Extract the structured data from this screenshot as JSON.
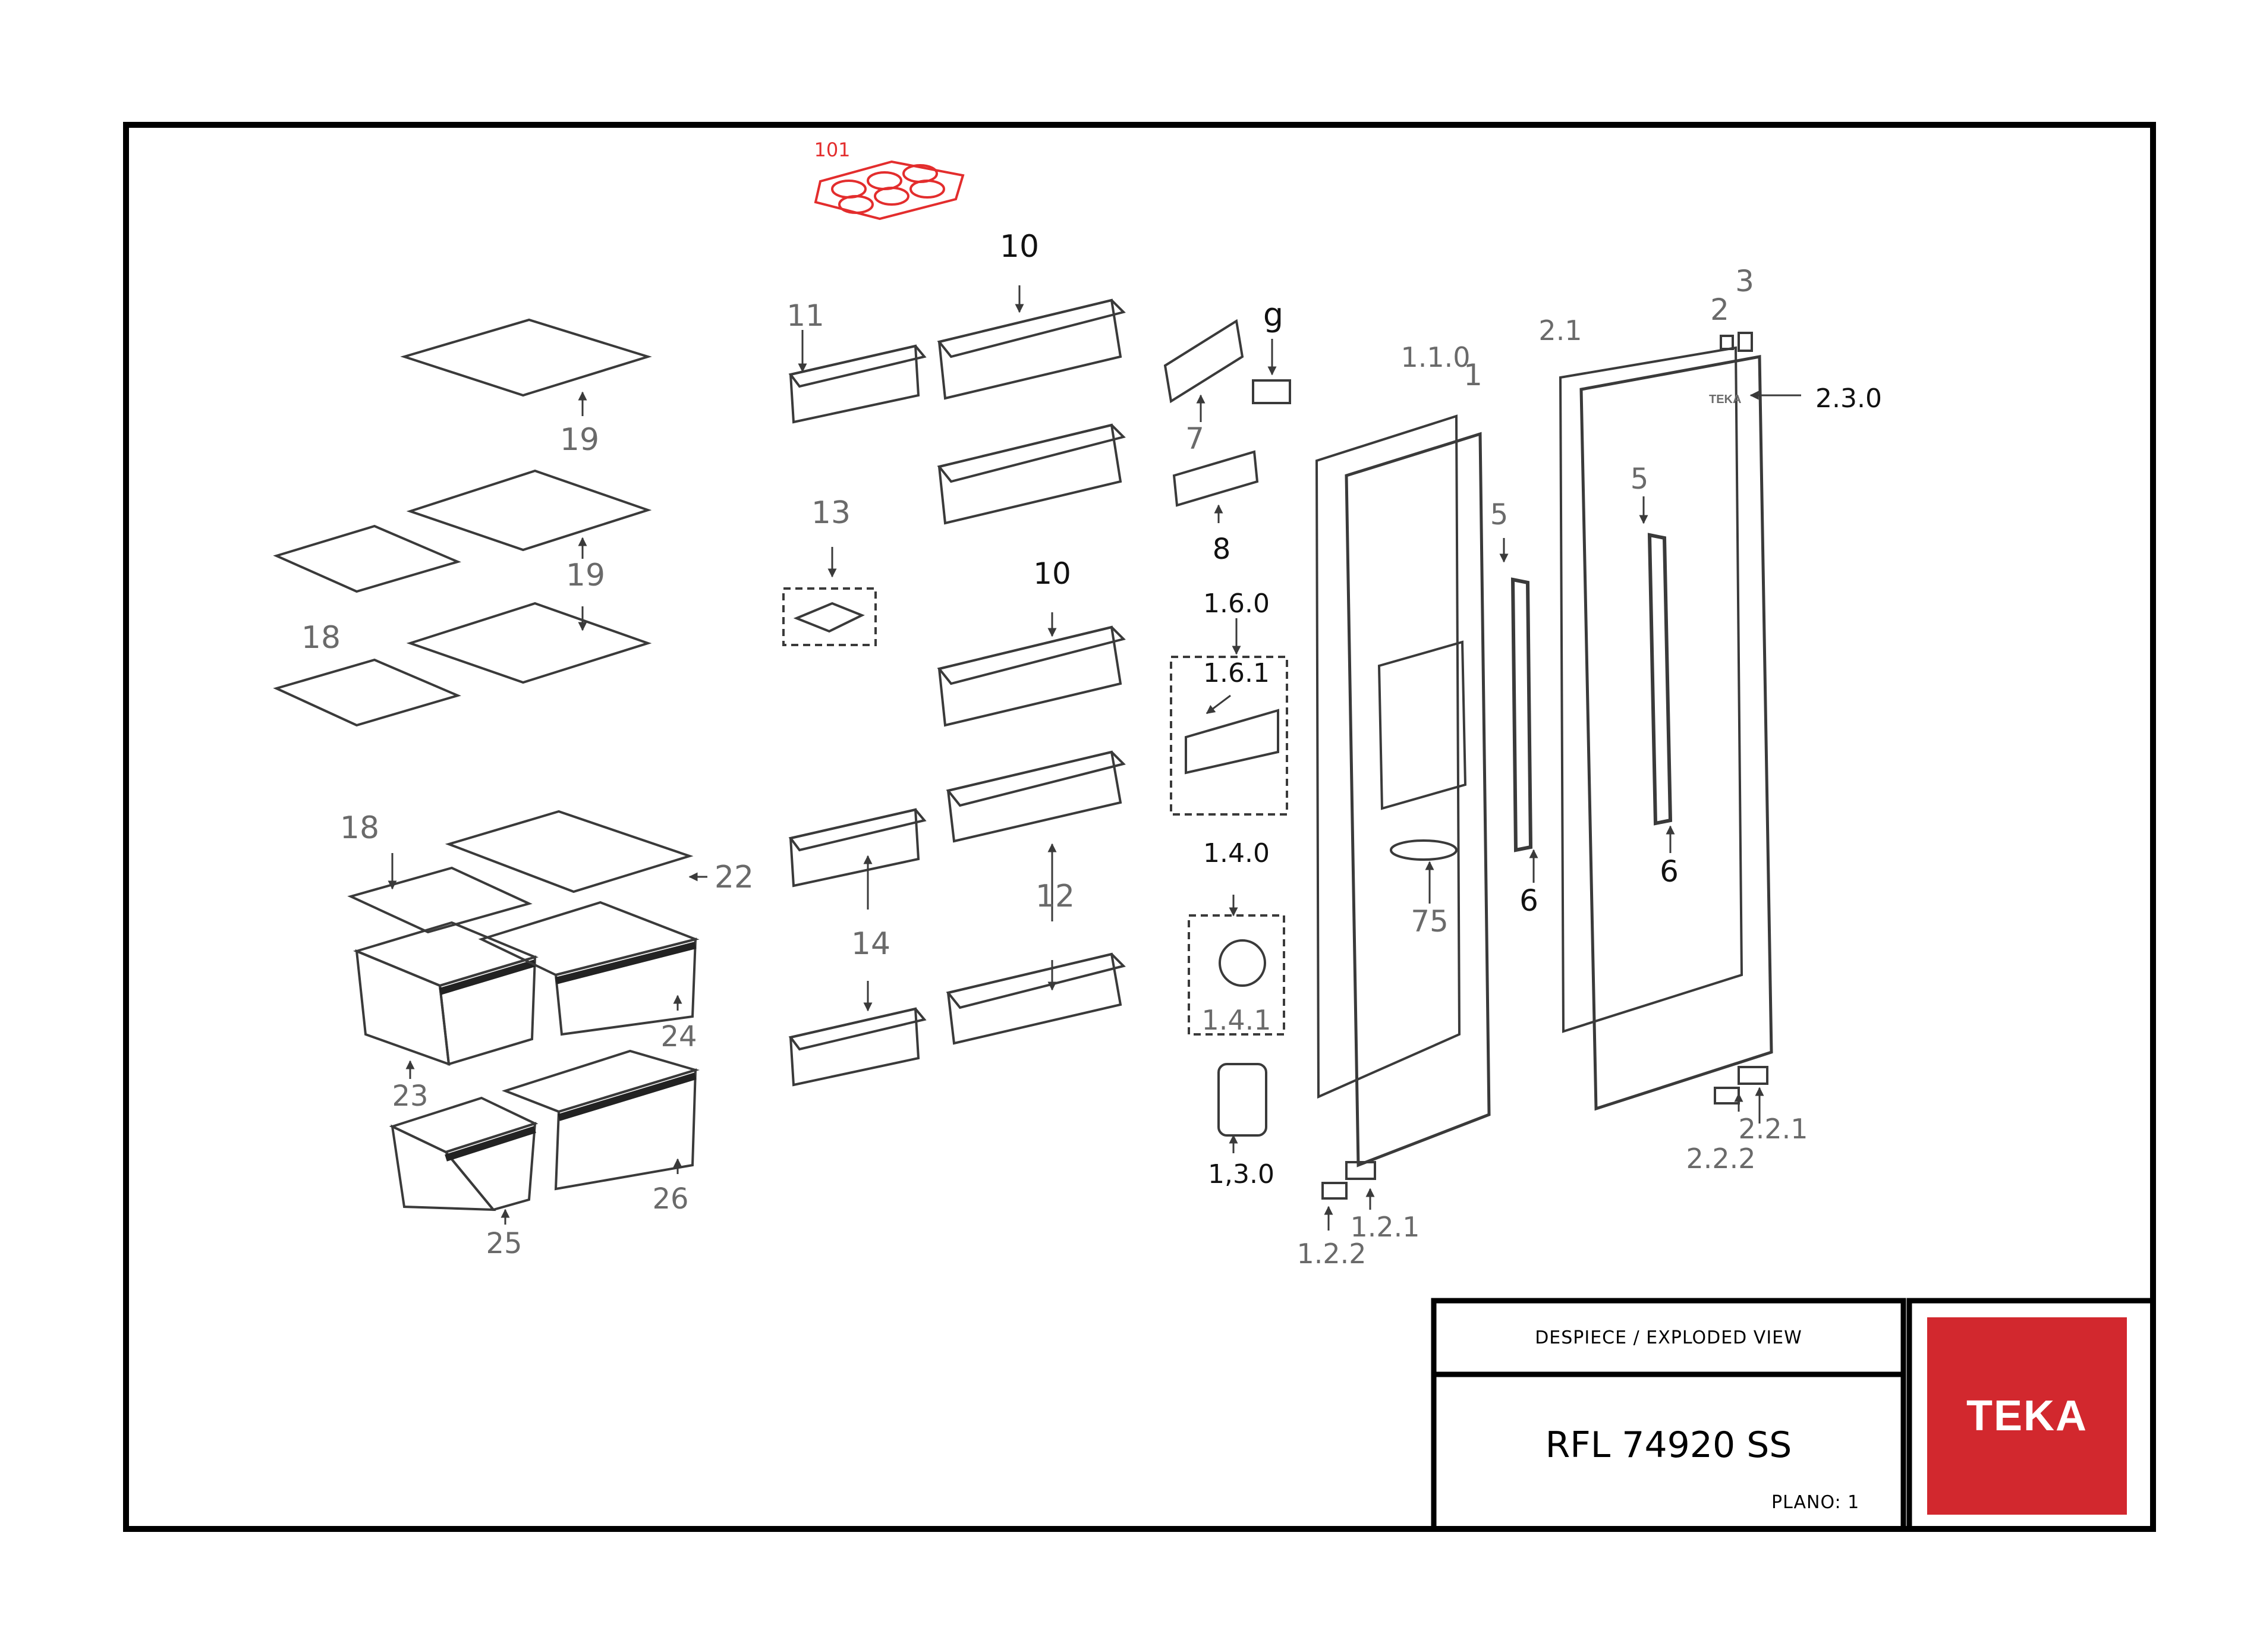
{
  "title_block": {
    "view_label": "DESPIECE / EXPLODED VIEW",
    "model": "RFL 74920 SS",
    "plano": "PLANO: 1",
    "brand": "TEKA"
  },
  "door_brand_mark": "TEKA",
  "colors": {
    "frame": "#000000",
    "highlight": "#e32d2d",
    "brand_red": "#d2282e",
    "line": "#3a3a3a",
    "label_grey": "#6a6a6a"
  },
  "callouts": {
    "c101": "101",
    "c10a": "10",
    "c11": "11",
    "c9": "g",
    "c7": "7",
    "c8": "8",
    "c110": "1.1.0",
    "c1": "1",
    "c21": "2.1",
    "c2": "2",
    "c3": "3",
    "c230": "2.3.0",
    "c19a": "19",
    "c19b": "19",
    "c18a": "18",
    "c13": "13",
    "c10b": "10",
    "c160": "1.6.0",
    "c161": "1.6.1",
    "c5a": "5",
    "c5b": "5",
    "c18b": "18",
    "c22": "22",
    "c14": "14",
    "c12": "12",
    "c140": "1.4.0",
    "c141": "1.4.1",
    "c75": "75",
    "c6a": "6",
    "c6b": "6",
    "c24": "24",
    "c23": "23",
    "c26": "26",
    "c25": "25",
    "c130": "1,3.0",
    "c121": "1.2.1",
    "c122": "1.2.2",
    "c221": "2.2.1",
    "c222": "2.2.2"
  }
}
